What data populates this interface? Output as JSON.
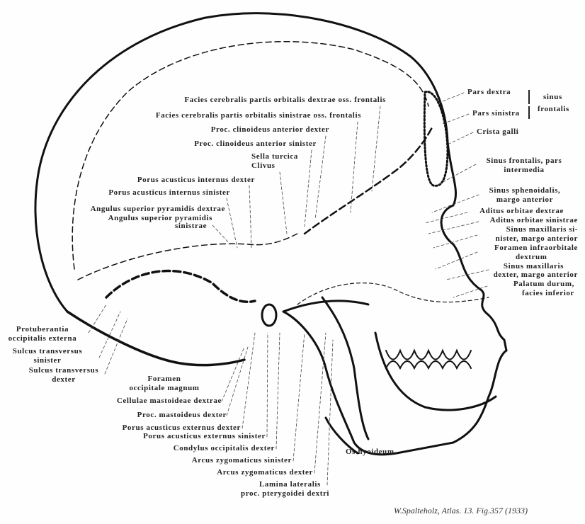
{
  "labels": {
    "facies_dextrae": "Facies cerebralis partis orbitalis dextrae oss. frontalis",
    "facies_sinistrae": "Facies cerebralis partis orbitalis sinistrae oss. frontalis",
    "clinoid_dexter": "Proc. clinoideus anterior dexter",
    "clinoid_sinister": "Proc. clinoideus anterior sinister",
    "sella": "Sella turcica",
    "clivus": "Clivus",
    "porus_int_dexter": "Porus acusticus internus dexter",
    "porus_int_sinister": "Porus acusticus internus sinister",
    "angulus_dextrae": "Angulus superior pyramidis dextrae",
    "angulus_sinistrae_1": "Angulus superior pyramidis",
    "angulus_sinistrae_2": "sinistrae",
    "pars_dextra": "Pars dextra",
    "pars_sinistra": "Pars sinistra",
    "sinus": "sinus",
    "frontalis": "frontalis",
    "crista_galli": "Crista galli",
    "sinus_front_1": "Sinus frontalis, pars",
    "sinus_front_2": "intermedia",
    "sinus_sphen_1": "Sinus sphenoidalis,",
    "sinus_sphen_2": "margo anterior",
    "aditus_dextrae": "Aditus orbitae dextrae",
    "aditus_sinistrae": "Aditus orbitae sinistrae",
    "sinus_max_sin_1": "Sinus maxillaris si-",
    "sinus_max_sin_2": "nister, margo anterior",
    "foramen_infra_1": "Foramen infraorbitale",
    "foramen_infra_2": "dextrum",
    "sinus_max_dex_1": "Sinus maxillaris",
    "sinus_max_dex_2": "dexter, margo anterior",
    "palatum_1": "Palatum durum,",
    "palatum_2": "facies inferior",
    "protub_1": "Protuberantia",
    "protub_2": "occipitalis externa",
    "sulcus_sin_1": "Sulcus transversus",
    "sulcus_sin_2": "sinister",
    "sulcus_dex_1": "Sulcus transversus",
    "sulcus_dex_2": "dexter",
    "foramen_mag_1": "Foramen",
    "foramen_mag_2": "occipitale magnum",
    "cellulae": "Cellulae mastoideae dextrae",
    "proc_mastoid": "Proc. mastoideus dexter",
    "porus_ext_dexter": "Porus acusticus externus dexter",
    "porus_ext_sinister": "Porus acusticus externus sinister",
    "condylus": "Condylus occipitalis dexter",
    "arcus_sinister": "Arcus zygomaticus sinister",
    "arcus_dexter": "Arcus zygomaticus dexter",
    "lamina_1": "Lamina lateralis",
    "lamina_2": "proc. pterygoidei dextri",
    "os_hyoideum": "Os hyoideum"
  },
  "caption": "W.Spalteholz, Atlas. 13. Fig.357 (1933)"
}
